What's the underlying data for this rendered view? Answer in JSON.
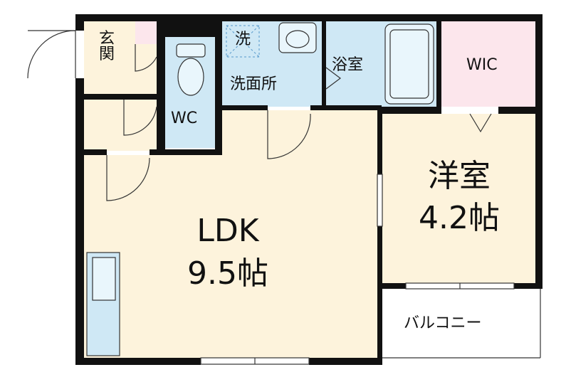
{
  "rooms": {
    "genkan": "玄\n関",
    "wc": "WC",
    "sentaku": "洗",
    "senmenjo": "洗面所",
    "yokushitsu": "浴室",
    "wic": "WIC",
    "youshitsu_name": "洋室",
    "youshitsu_size": "4.2帖",
    "ldk_name": "LDK",
    "ldk_size": "9.5帖",
    "balcony": "バルコニー"
  },
  "colors": {
    "wall": "#111111",
    "floor_wood": "#fdf3dc",
    "floor_wet": "#cfe8f5",
    "floor_wic": "#fce6ec",
    "balcony": "#ffffff"
  }
}
